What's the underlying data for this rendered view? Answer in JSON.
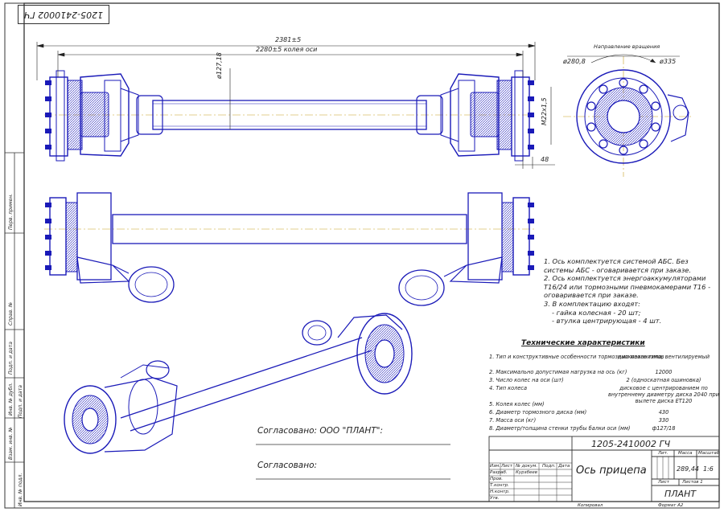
{
  "stamp_code": "1205-2410002 ГЧ",
  "dims": {
    "overall_length": "2381±5",
    "track": "2280±5 колея оси",
    "tube_diameter": "ø127,18",
    "hub_thread": "M22x1,5",
    "hub_offset": "48",
    "disk_diameter": "ø280,8",
    "outer_diameter": "ø335",
    "rotation": "Направление вращения"
  },
  "notes": [
    "1. Ось комплектуется системой АБС. Без системы АБС - оговаривается при заказе.",
    "2. Ось комплектуется энергоаккумуляторами Т16/24 или тормозными пневмокамерами Т16 - оговаривается при заказе.",
    "3. В комплектацию входят:",
    "- гайка колесная - 20 шт;",
    "- втулка центрирующая - 4 шт."
  ],
  "specs": {
    "title": "Технические характеристики",
    "rows": [
      {
        "label": "1. Тип и конструктивные особенности тормозных механизмов",
        "value": "дискового типа, вентилируемый"
      },
      {
        "label": "2. Максимально допустимая нагрузка на ось (кг)",
        "value": "12000"
      },
      {
        "label": "3. Число колес на оси (шт)",
        "value": "2 (односкатная ошиновка)"
      },
      {
        "label": "4. Тип колеса",
        "value": "дисковое с центрированием по внутреннему диаметру диска 2040 при вылете диска ЕТ120"
      },
      {
        "label": "5. Колея колес (мм)",
        "value": ""
      },
      {
        "label": "6. Диаметр тормозного диска (мм)",
        "value": "430"
      },
      {
        "label": "7. Масса оси (кг)",
        "value": "330"
      },
      {
        "label": "8. Диаметр/толщина стенки трубы балки оси (мм)",
        "value": "ф127/18"
      }
    ]
  },
  "agreements": {
    "first": "Согласовано: ООО \"ПЛАНТ\":",
    "second": "Согласовано:"
  },
  "title_block": {
    "code": "1205-2410002 ГЧ",
    "name": "Ось прицепа",
    "org": "ПЛАНТ",
    "lit": "Лит.",
    "mass_label": "Масса",
    "scale_label": "Масштаб",
    "mass": "289,44",
    "scale": "1:6",
    "sheet": "Лист",
    "sheets": "Листов 1",
    "izm": "Изм.",
    "list": "Лист",
    "doc_no": "№ докум.",
    "sign": "Подп.",
    "date": "Дата",
    "razrab": "Разраб.",
    "razrab_name": "Курзбеев",
    "prov": "Пров.",
    "tkontr": "Т.контр.",
    "nkontr": "Н.контр.",
    "utv": "Утв.",
    "copied": "Копировал",
    "format": "Формат   А2"
  },
  "side_labels": {
    "perv": "Перв. примен.",
    "sprav": "Справ. №",
    "podp_data1": "Подп. и дата",
    "inv_dubl": "Инв. № дубл.",
    "vzam_inv": "Взам. инв. №",
    "podp_data2": "Подп. и дата",
    "inv_podl": "Инв. № подл."
  }
}
